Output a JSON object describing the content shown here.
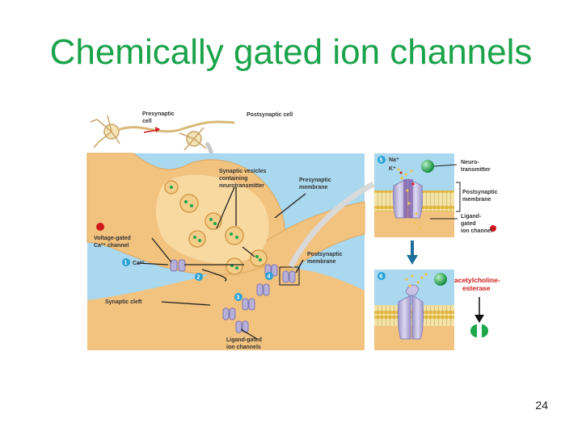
{
  "title": "Chemically gated ion channels",
  "page_number": "24",
  "labels": {
    "presynaptic_cell": [
      "Presynaptic",
      "cell"
    ],
    "postsynaptic_cell": "Postsynaptic cell",
    "synaptic_vesicles": [
      "Synaptic vesicles",
      "containing",
      "neurotransmitter"
    ],
    "presynaptic_membrane": [
      "Presynaptic",
      "membrane"
    ],
    "voltage_gated": [
      "Voltage-gated",
      "Ca²⁺ channel"
    ],
    "ca": "Ca²⁺",
    "postsynaptic_membrane_main": [
      "Postsynaptic",
      "membrane"
    ],
    "synaptic_cleft": "Synaptic cleft",
    "ligand_gated_main": [
      "Ligand-gated",
      "ion channels"
    ],
    "na": "Na⁺",
    "k": "K⁺",
    "neurotransmitter": [
      "Neuro-",
      "transmitter"
    ],
    "postsynaptic_membrane_inset": [
      "Postsynaptic",
      "membrane"
    ],
    "ligand_gated_inset": [
      "Ligand-",
      "gated",
      "ion channel"
    ],
    "acetylcholinesterase": [
      "acetylcholine-",
      "esterase"
    ],
    "step1": "1",
    "step2": "2",
    "step3": "3",
    "step4": "4",
    "step5": "5",
    "step6": "6"
  },
  "colors": {
    "title": "#1aa34a",
    "background_blue": "#a9d8ef",
    "neuron": "#f2c27f",
    "vesicle": "#f8d9a0",
    "channel": "#b7b0d8",
    "membrane": "#e8c45a",
    "neurotransmitter": "#1ea84a",
    "alert_red": "#d0181b",
    "step_badge": "#29a3d6",
    "arrow_blue": "#1d6f9b"
  }
}
